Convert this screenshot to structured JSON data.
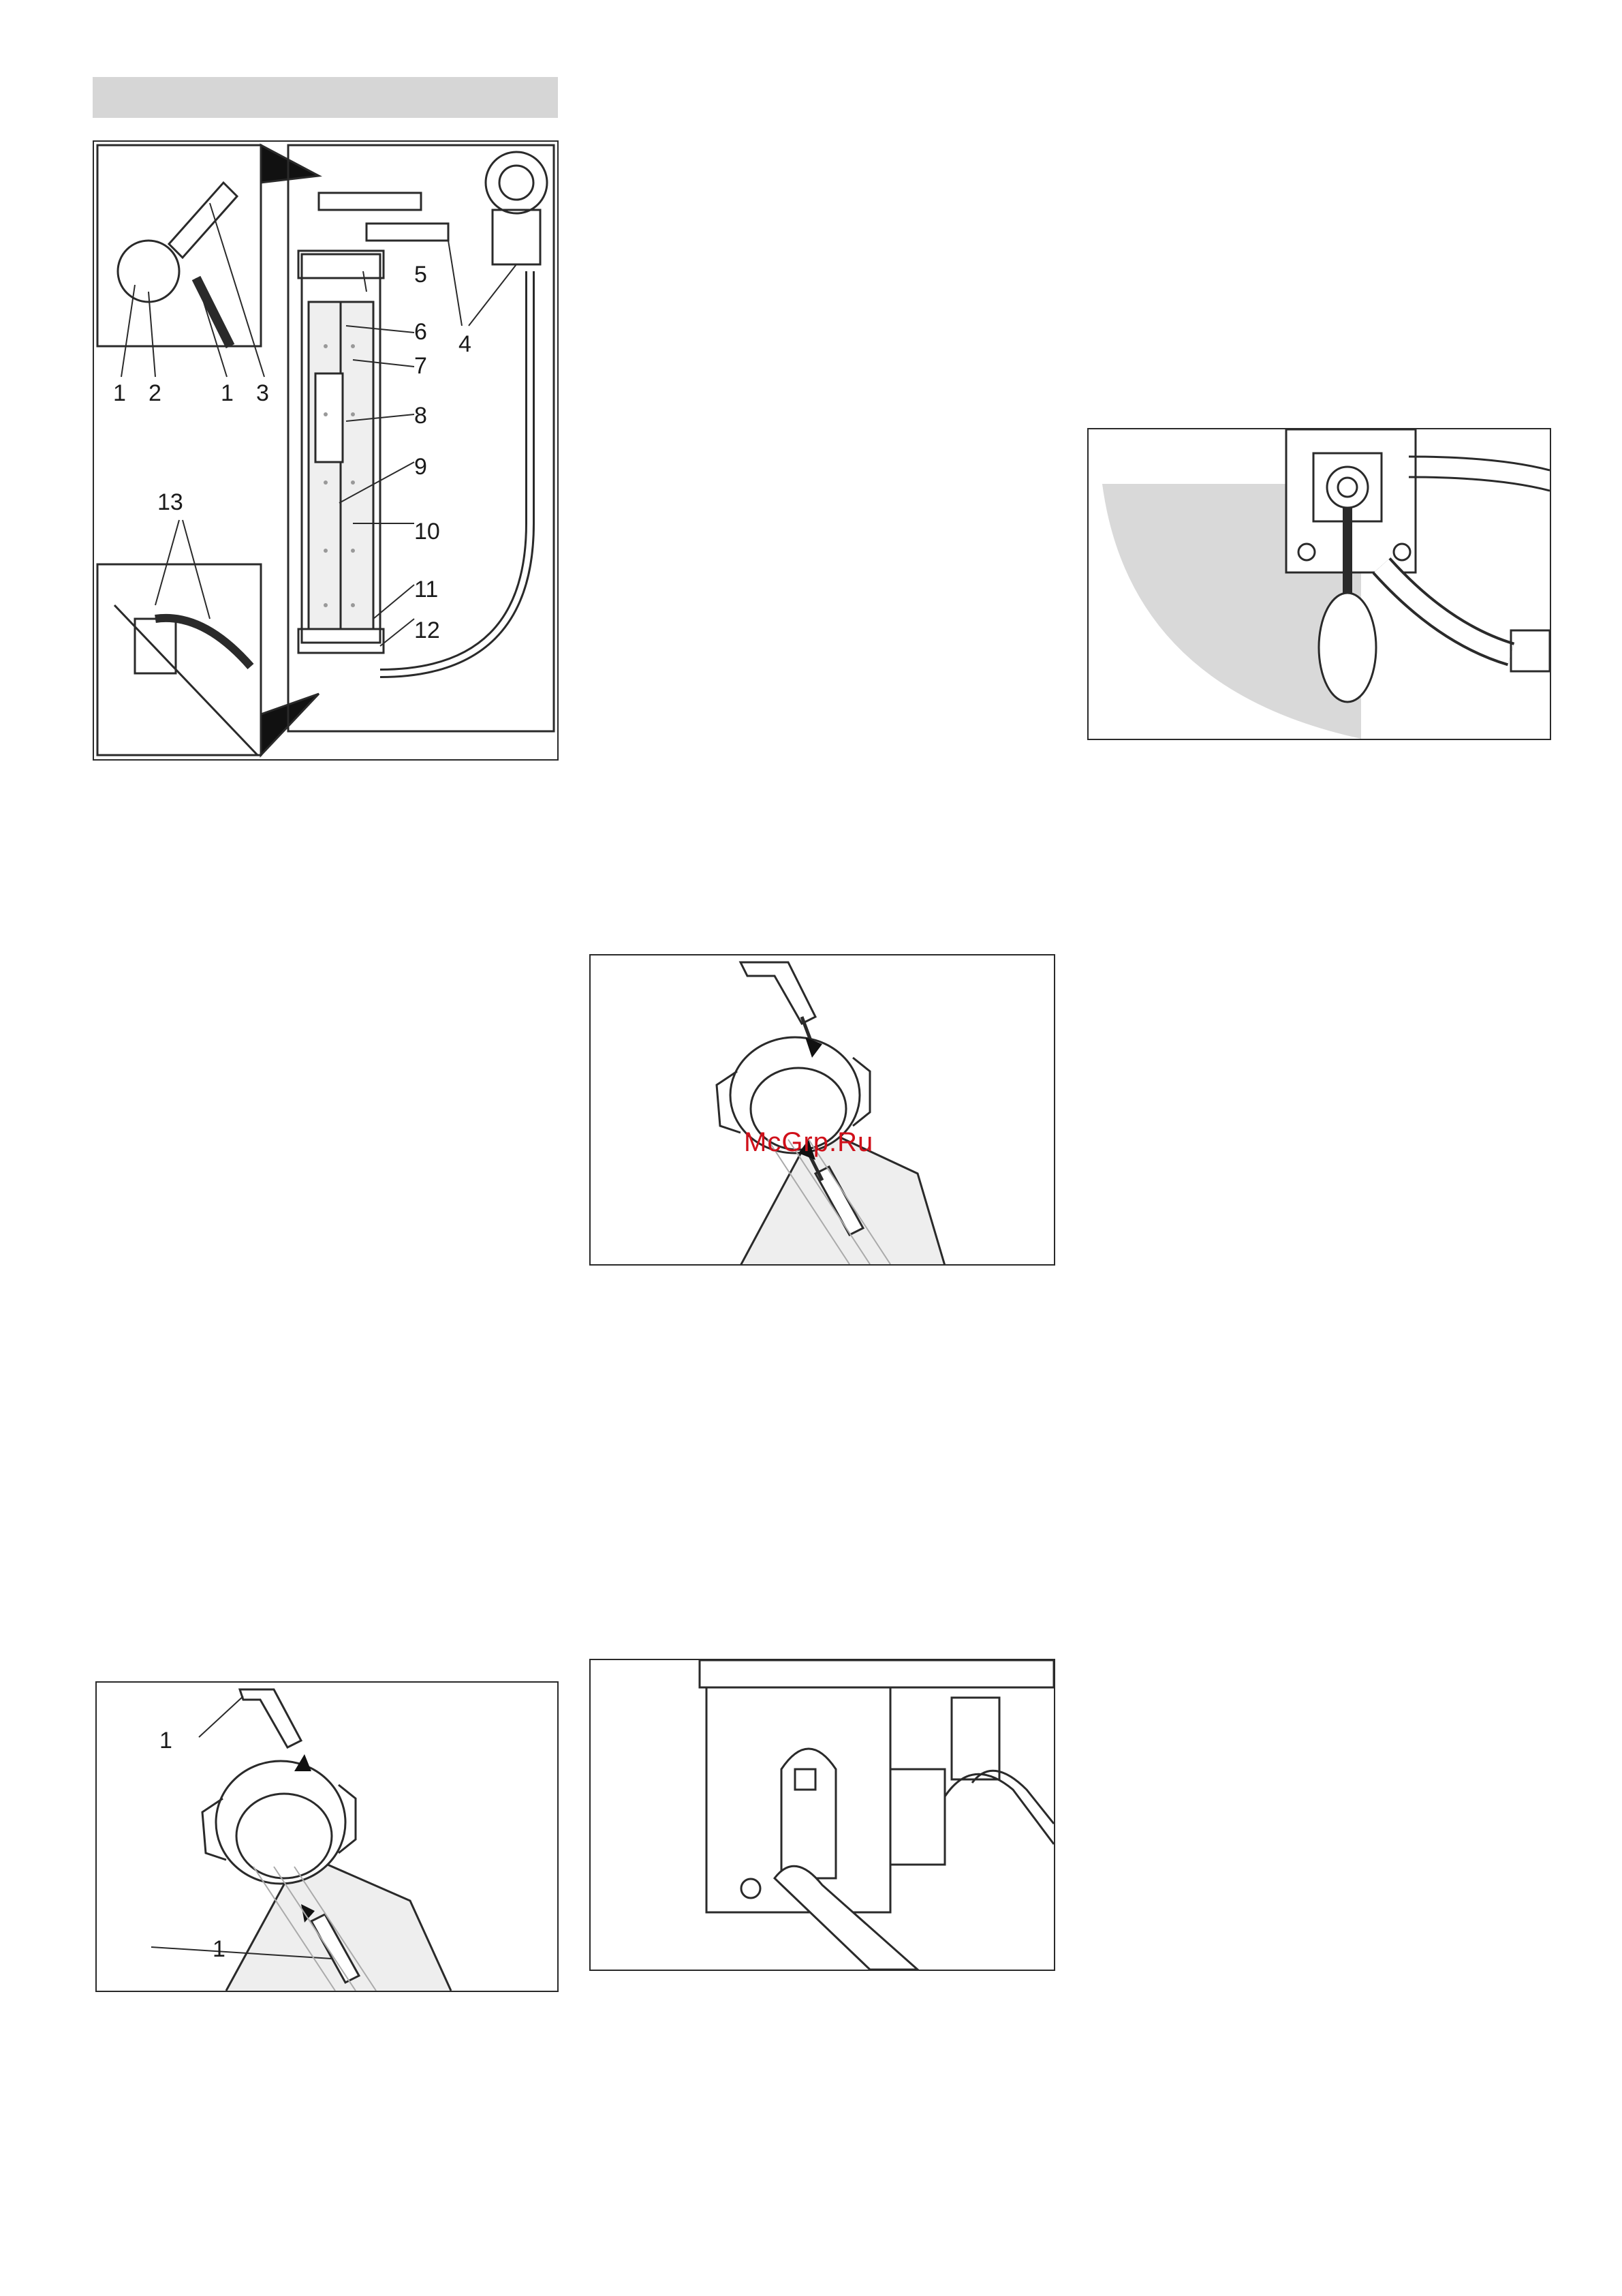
{
  "section_header": {
    "label": ""
  },
  "figure_overview": {
    "callouts": [
      "1",
      "2",
      "1",
      "3",
      "4",
      "5",
      "6",
      "7",
      "8",
      "9",
      "10",
      "11",
      "12",
      "13"
    ]
  },
  "figure_clip": {
    "watermark": "McGrp.Ru"
  },
  "figure_clip_remove": {
    "callouts": [
      "1",
      "1"
    ]
  },
  "figure_lever": {},
  "figure_housing": {},
  "colors": {
    "line": "#2a2a2a",
    "shade": "#d9d9d9",
    "watermark": "#d0101a"
  }
}
